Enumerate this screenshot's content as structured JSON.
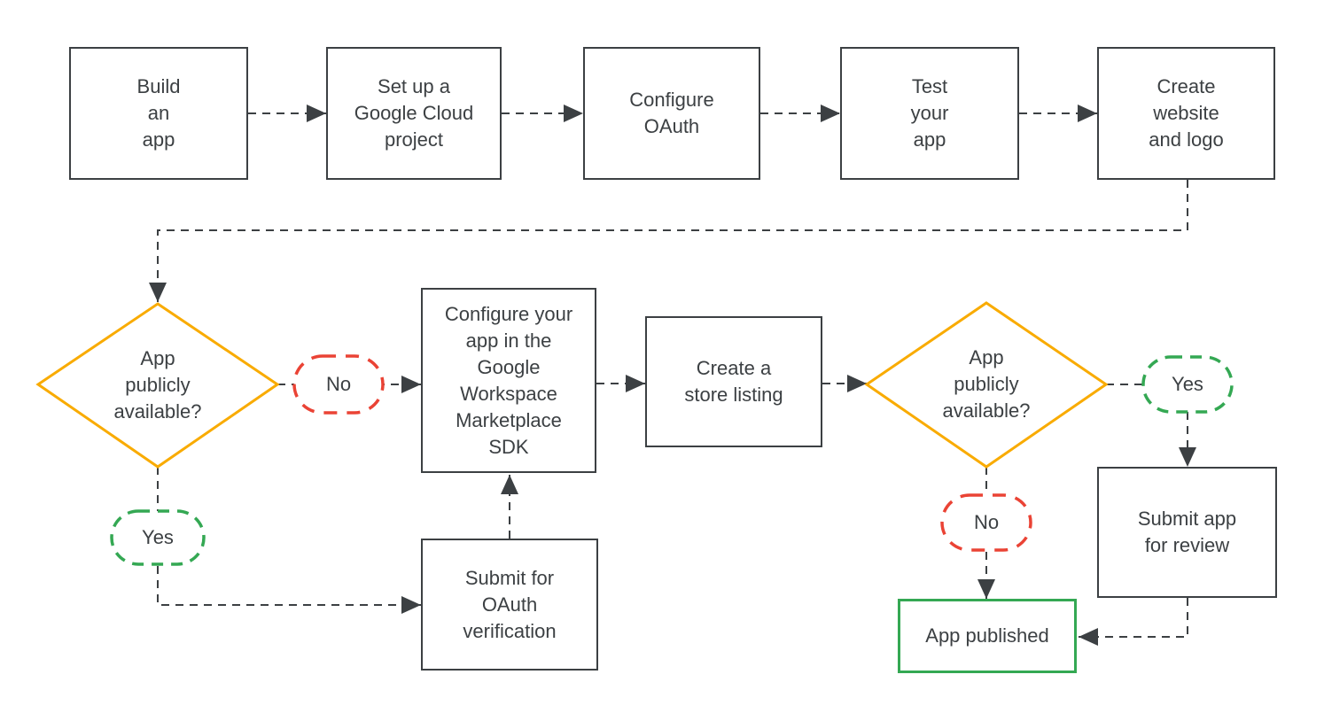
{
  "diagram_type": "flowchart",
  "colors": {
    "line": "#3c4043",
    "text": "#3c4043",
    "decision_outline": "#f9ab00",
    "yes_outline": "#34a853",
    "no_outline": "#ea4335",
    "published_outline": "#34a853",
    "background": "#ffffff"
  },
  "nodes": {
    "build_app": {
      "label": "Build\nan\napp",
      "shape": "rect"
    },
    "setup_project": {
      "label": "Set up a\nGoogle Cloud\nproject",
      "shape": "rect"
    },
    "configure_oauth": {
      "label": "Configure\nOAuth",
      "shape": "rect"
    },
    "test_app": {
      "label": "Test\nyour\napp",
      "shape": "rect"
    },
    "create_website": {
      "label": "Create\nwebsite\nand logo",
      "shape": "rect"
    },
    "decision1": {
      "label": "App\npublicly\navailable?",
      "shape": "diamond"
    },
    "no1": {
      "label": "No",
      "shape": "dashed-oval"
    },
    "yes1": {
      "label": "Yes",
      "shape": "dashed-oval"
    },
    "configure_sdk": {
      "label": "Configure your\napp in the\nGoogle\nWorkspace\nMarketplace\nSDK",
      "shape": "rect"
    },
    "store_listing": {
      "label": "Create a\nstore listing",
      "shape": "rect"
    },
    "decision2": {
      "label": "App\npublicly\navailable?",
      "shape": "diamond"
    },
    "yes2": {
      "label": "Yes",
      "shape": "dashed-oval"
    },
    "no2": {
      "label": "No",
      "shape": "dashed-oval"
    },
    "submit_review": {
      "label": "Submit app\nfor review",
      "shape": "rect"
    },
    "submit_oauth": {
      "label": "Submit for\nOAuth\nverification",
      "shape": "rect"
    },
    "app_published": {
      "label": "App published",
      "shape": "rect-green"
    }
  },
  "edges": [
    {
      "from": "build_app",
      "to": "setup_project"
    },
    {
      "from": "setup_project",
      "to": "configure_oauth"
    },
    {
      "from": "configure_oauth",
      "to": "test_app"
    },
    {
      "from": "test_app",
      "to": "create_website"
    },
    {
      "from": "create_website",
      "to": "decision1"
    },
    {
      "from": "decision1",
      "to": "configure_sdk",
      "branch": "No"
    },
    {
      "from": "decision1",
      "to": "submit_oauth",
      "branch": "Yes"
    },
    {
      "from": "submit_oauth",
      "to": "configure_sdk"
    },
    {
      "from": "configure_sdk",
      "to": "store_listing"
    },
    {
      "from": "store_listing",
      "to": "decision2"
    },
    {
      "from": "decision2",
      "to": "submit_review",
      "branch": "Yes"
    },
    {
      "from": "decision2",
      "to": "app_published",
      "branch": "No"
    },
    {
      "from": "submit_review",
      "to": "app_published"
    }
  ]
}
